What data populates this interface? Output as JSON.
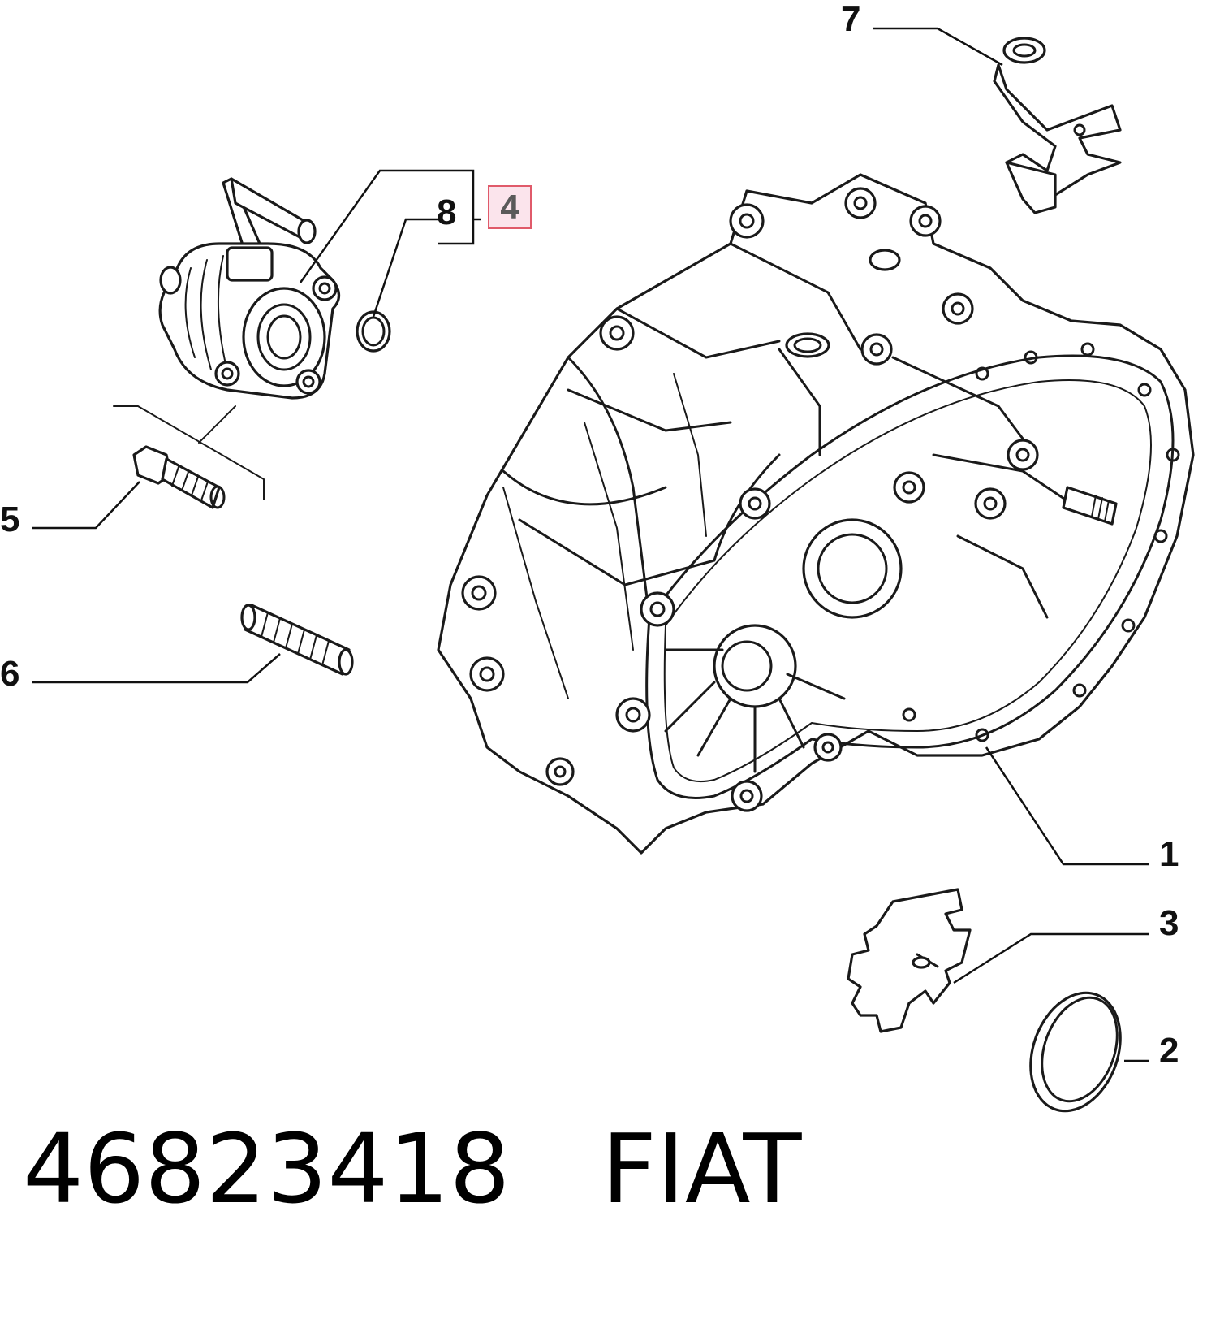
{
  "callouts": {
    "c1": "1",
    "c2": "2",
    "c3": "3",
    "c4": "4",
    "c5": "5",
    "c6": "6",
    "c7": "7",
    "c8": "8"
  },
  "caption": {
    "part_number": "46823418",
    "brand": "FIAT"
  },
  "colors": {
    "highlight_border": "#e05a6a",
    "highlight_fill": "#fbe4ec",
    "line": "#1a1a1a"
  }
}
